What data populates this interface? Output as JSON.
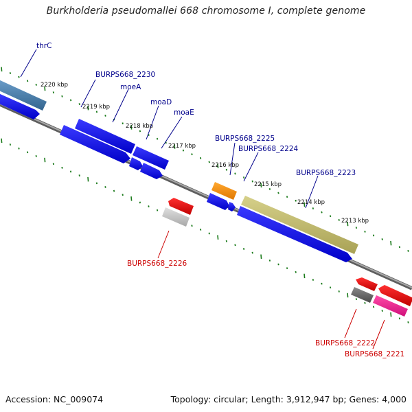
{
  "title": "Burkholderia pseudomallei 668 chromosome I, complete genome",
  "footer": {
    "accession": "Accession: NC_009074",
    "topology": "Topology: circular; Length: 3,912,947 bp; Genes: 4,000"
  },
  "colors": {
    "forward_label": "#00008b",
    "reverse_label": "#cc0000",
    "backbone": "#808080",
    "tick": "#1a7a1a"
  },
  "kbp_ticks": [
    "2220 kbp",
    "2219 kbp",
    "2218 kbp",
    "2217 kbp",
    "2216 kbp",
    "2215 kbp",
    "2214 kbp",
    "2213 kbp"
  ],
  "genes_forward": [
    {
      "name": "thrC",
      "color": "#4a7fb0"
    },
    {
      "name": "BURPS668_2230",
      "color": "#1010ee"
    },
    {
      "name": "moeA",
      "color": "#1010ee"
    },
    {
      "name": "moaD",
      "color": "#1010ee"
    },
    {
      "name": "moaE",
      "color": "#1010ee"
    },
    {
      "name": "BURPS668_2225",
      "color": "#ff8c00"
    },
    {
      "name": "BURPS668_2224",
      "color": "#1010ee"
    },
    {
      "name": "BURPS668_2223",
      "color": "#bdb76b"
    }
  ],
  "genes_reverse": [
    {
      "name": "BURPS668_2226",
      "color": "#e00000"
    },
    {
      "name": "BURPS668_2222",
      "color": "#e00000"
    },
    {
      "name": "BURPS668_2221",
      "color": "#ff1493"
    }
  ]
}
